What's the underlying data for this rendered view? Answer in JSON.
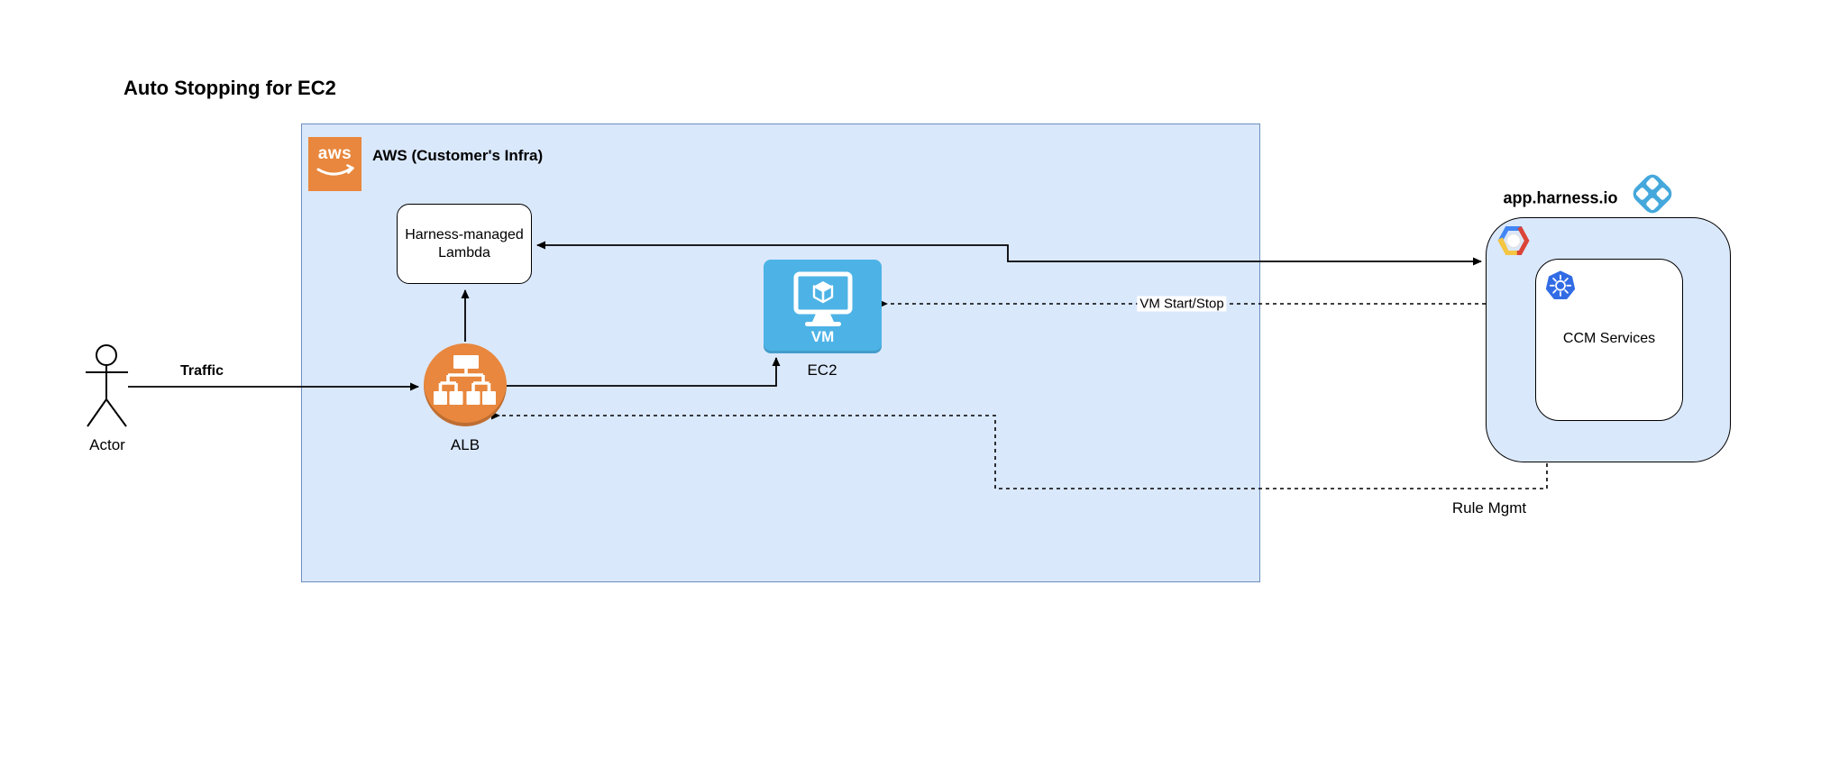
{
  "title": "Auto Stopping for EC2",
  "aws_group": {
    "label": "AWS (Customer's Infra)",
    "logo_text": "aws"
  },
  "nodes": {
    "lambda": {
      "label_line1": "Harness-managed",
      "label_line2": "Lambda"
    },
    "alb": {
      "label": "ALB"
    },
    "ec2": {
      "label": "EC2",
      "vm_label": "VM"
    },
    "actor": {
      "label": "Actor"
    },
    "harness": {
      "title": "app.harness.io"
    },
    "ccm": {
      "label": "CCM Services"
    }
  },
  "edges": {
    "traffic": {
      "label": "Traffic",
      "style": "solid"
    },
    "vm_start_stop": {
      "label": "VM Start/Stop",
      "style": "dashed"
    },
    "rule_mgmt": {
      "label": "Rule Mgmt",
      "style": "dashed"
    }
  },
  "colors": {
    "aws_orange": "#E8873D",
    "container_fill": "#DAE8FC",
    "container_border": "#6C8EBF",
    "ec2_blue": "#4DB3E6",
    "k8s_blue": "#326CE5",
    "harness_blue": "#45A8DC",
    "gcp_blue": "#4285F4",
    "gcp_red": "#DB4437",
    "gcp_yellow": "#F4C542"
  }
}
